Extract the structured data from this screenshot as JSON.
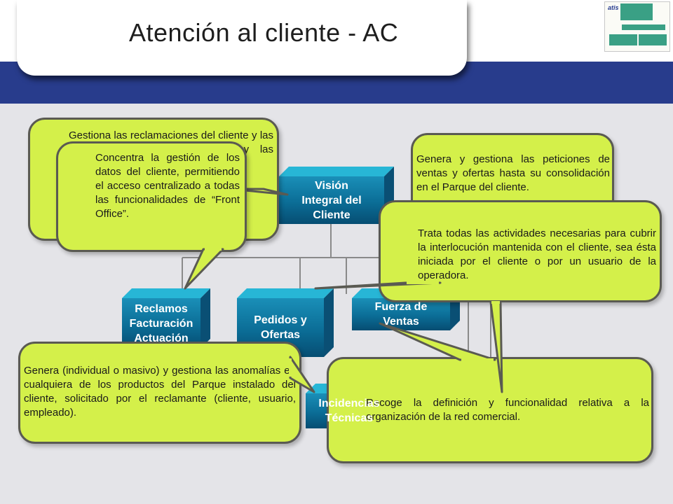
{
  "header": {
    "title": "Atención al cliente - AC",
    "thumbnail": {
      "logo": "atis"
    }
  },
  "colors": {
    "band": "#283c8c",
    "panel": "#e4e4e8",
    "box_front": "#0b6d96",
    "box_top": "#27b6d6",
    "callout_fill": "#d4f04a",
    "callout_border": "#5a5a52"
  },
  "boxes": {
    "vision": "Visión\nIntegral del\nCliente",
    "reclamos": "Reclamos\nFacturación\nActuación",
    "pedidos": "Pedidos y\nOfertas",
    "fuerza": "Fuerza de\nVentas",
    "incidencias": "Incidencias\nTécnicas",
    "organizacion": ""
  },
  "callouts": {
    "reclamaciones": "Gestiona las reclamaciones del cliente y las actuaciones en la Facturación y las Actuaciones y Recursos",
    "vision": "Concentra la gestión de los datos del cliente, permitiendo el acceso centralizado a todas las funcionalidades de “Front Office”.",
    "pedidos": "Genera y gestiona las peticiones de ventas y ofertas hasta su consolidación en el Parque del cliente.",
    "actividades": "Trata todas las actividades necesarias para cubrir la interlocución mantenida con el cliente, sea ésta iniciada por el cliente o por un usuario de la operadora.",
    "incidencias": "Genera (individual o masivo) y gestiona las anomalías en cualquiera de los productos del Parque instalado del cliente, solicitado por el reclamante (cliente, usuario, empleado).",
    "red_comercial": "Recoge la definición y funcionalidad relativa a la organización de la red comercial."
  }
}
